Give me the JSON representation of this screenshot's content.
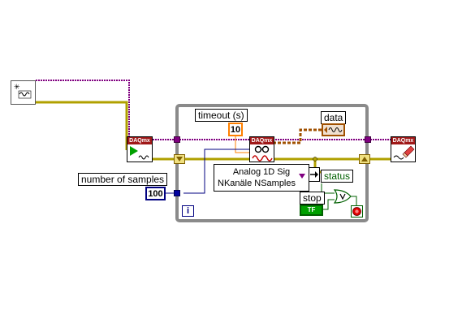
{
  "labels": {
    "timeout": "timeout (s)",
    "data": "data",
    "number_of_samples": "number of samples",
    "status": "status",
    "stop": "stop"
  },
  "constants": {
    "timeout_value": "10",
    "samples_value": "100",
    "stop_value": "TF"
  },
  "polymorphic_selector": {
    "line1": "Analog 1D Sig",
    "line2": "NKanäle NSamples"
  },
  "nodes": {
    "daq_start_header": "DAQmx",
    "daq_read_header": "DAQmx",
    "daq_clear_header": "DAQmx"
  },
  "loop": {
    "iteration_terminal": "i"
  },
  "colors": {
    "task_wire": "#800080",
    "error_wire": "#b0a000",
    "numeric_orange": "#ff8000",
    "numeric_blue": "#000080",
    "bool_green": "#006000",
    "waveform_brown": "#a05000",
    "daq_header": "#a01818"
  }
}
